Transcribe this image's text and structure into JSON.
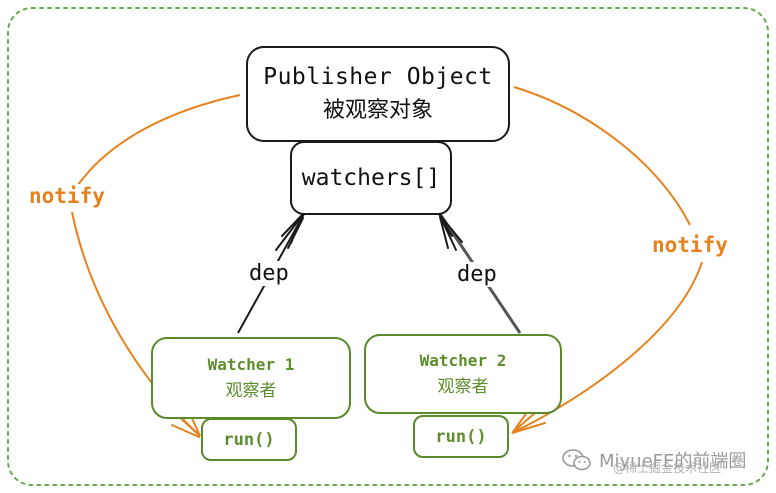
{
  "publisher": {
    "title": "Publisher Object",
    "subtitle": "被观察对象"
  },
  "watchers_list": {
    "label": "watchers[]"
  },
  "edges": {
    "dep_left": "dep",
    "dep_right": "dep",
    "notify_left": "notify",
    "notify_right": "notify"
  },
  "watcher1": {
    "title": "Watcher 1",
    "subtitle": "观察者",
    "method": "run()"
  },
  "watcher2": {
    "title": "Watcher 2",
    "subtitle": "观察者",
    "method": "run()"
  },
  "watermark": {
    "text": "MiyueFE的前端圈",
    "subtext": "@稀土掘金技术社区"
  },
  "colors": {
    "stroke": "#1a1a1a",
    "green": "#5a8a2a",
    "orange": "#e6821e",
    "frame": "#6aa84f"
  }
}
